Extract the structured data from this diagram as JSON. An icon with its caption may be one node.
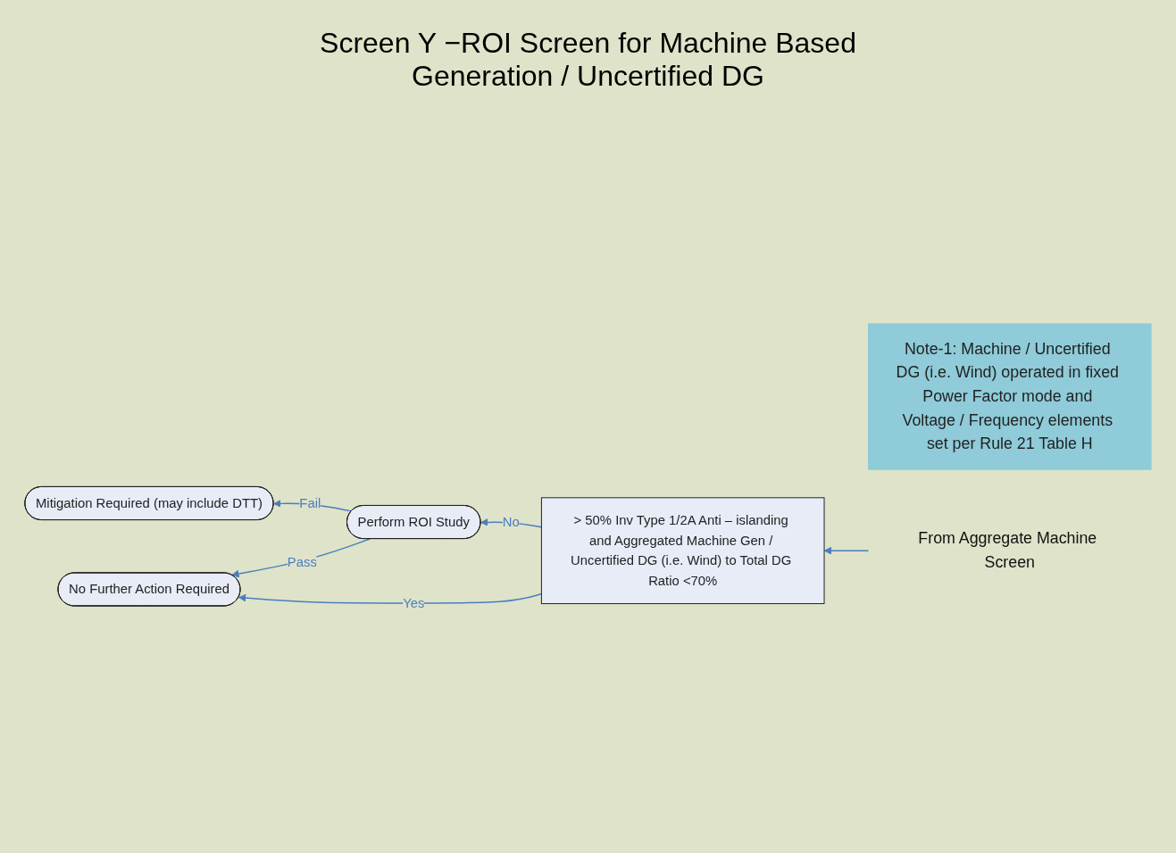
{
  "diagram": {
    "title": "Screen Y −ROI Screen for Machine Based Generation / Uncertified DG",
    "nodes": [
      {
        "text": [
          "Note-1: Machine / Uncertified DG (i.e. Wind) operated in fixed Power Factor mode and Voltage / Frequency elements set per Rule 21 Table H"
        ]
      },
      {
        "text": [
          "From Aggregate Machine Screen"
        ]
      },
      {
        "text": [
          "> 50% Inv Type 1/2A Anti – islanding and Aggregated Machine Gen / Uncertified DG (i.e. Wind) to Total DG Ratio <70%"
        ]
      },
      {
        "text": [
          "Perform ROI Study"
        ]
      },
      {
        "text": [
          "Mitigation Required (may include DTT)"
        ]
      },
      {
        "text": [
          "No Further Action Required"
        ]
      }
    ],
    "edges": [
      {
        "from": 1,
        "to": 2,
        "arrow": "to"
      },
      {
        "from": 2,
        "to": 3,
        "label": "No",
        "arrow": "to"
      },
      {
        "from": 3,
        "to": 4,
        "label": "Fail",
        "arrow": "to"
      },
      {
        "from": 2,
        "to": 5,
        "label": "Yes",
        "arrow": "to"
      },
      {
        "from": 3,
        "to": 5,
        "label": "Pass",
        "arrow": "to"
      }
    ]
  }
}
